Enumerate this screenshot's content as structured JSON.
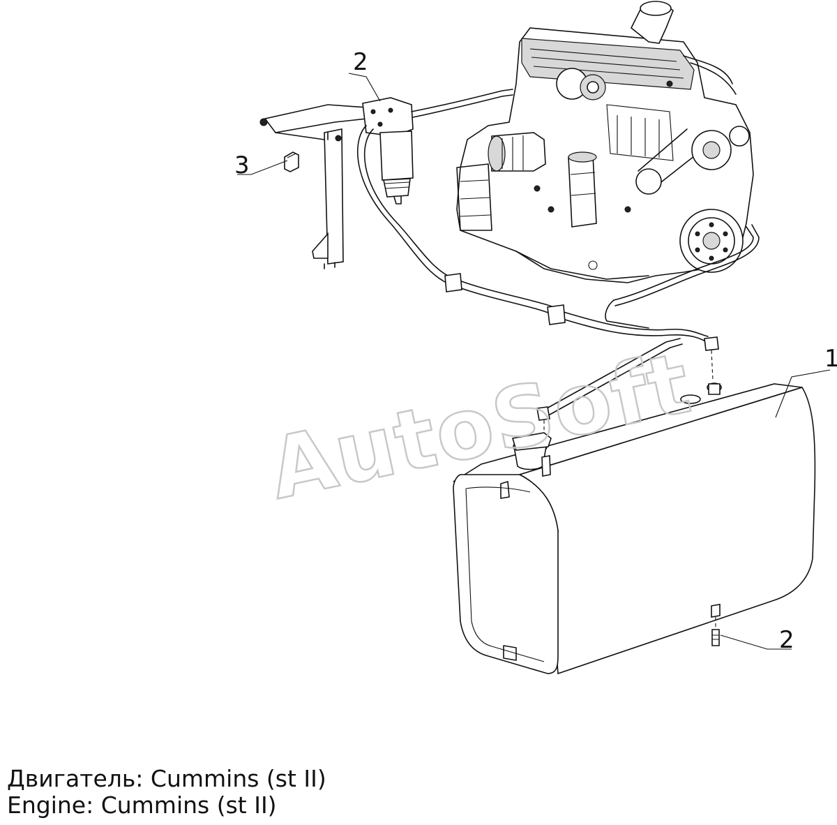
{
  "watermark": "AutoSoft",
  "callouts": {
    "tank": "1",
    "filter": "2",
    "drain_plug": "2",
    "bracket": "3"
  },
  "caption": {
    "line_ru": "Двигатель: Cummins (st II)",
    "line_en": "Engine: Cummins (st II)"
  }
}
